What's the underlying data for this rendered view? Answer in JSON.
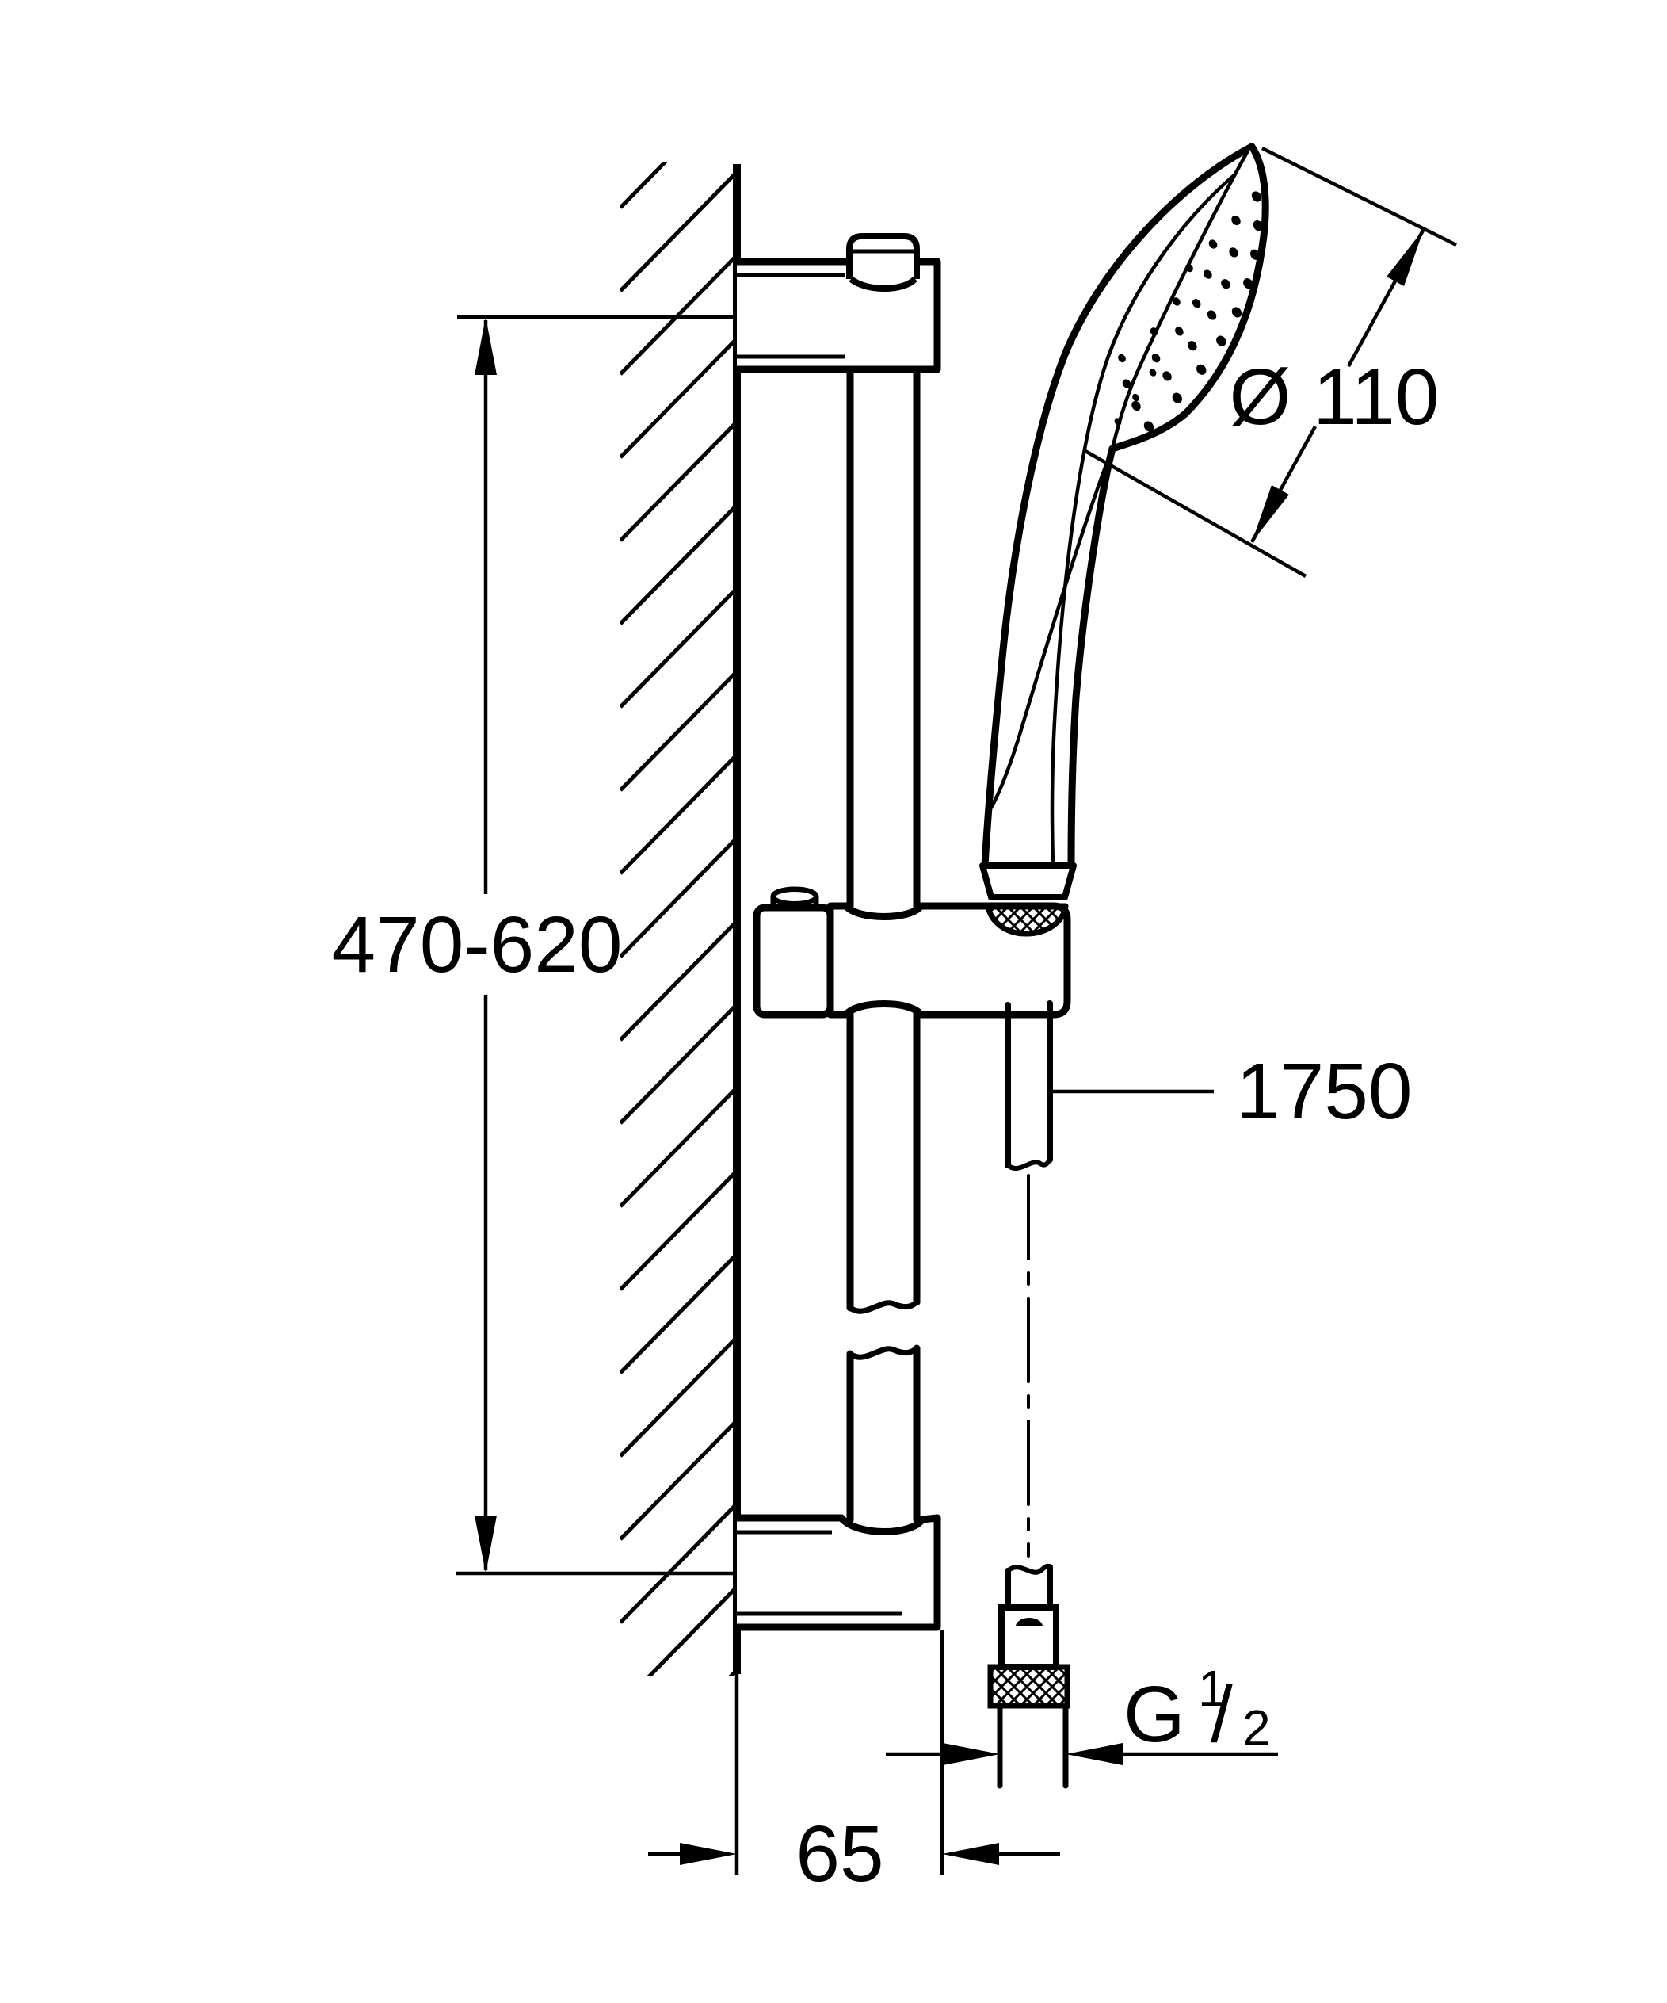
{
  "drawing": {
    "type": "technical-dimension-drawing",
    "subject": "shower rail set with hand shower, wall brackets, glider and hose (side elevation)",
    "colors": {
      "ink": "#000000",
      "paper": "#ffffff"
    },
    "dimensions": {
      "height_range": {
        "label": "470-620",
        "meaning": "slide bar mounting height range"
      },
      "head_diameter": {
        "label": "Ø 110",
        "meaning": "hand shower head diameter"
      },
      "hose_length": {
        "label": "1750",
        "meaning": "shower hose length"
      },
      "wall_distance": {
        "label": "65",
        "meaning": "distance from wall"
      },
      "thread": {
        "label": "G 1/2",
        "main": "G",
        "numerator": "1",
        "slash": "/",
        "denominator": "2",
        "meaning": "hose connection thread"
      }
    }
  }
}
